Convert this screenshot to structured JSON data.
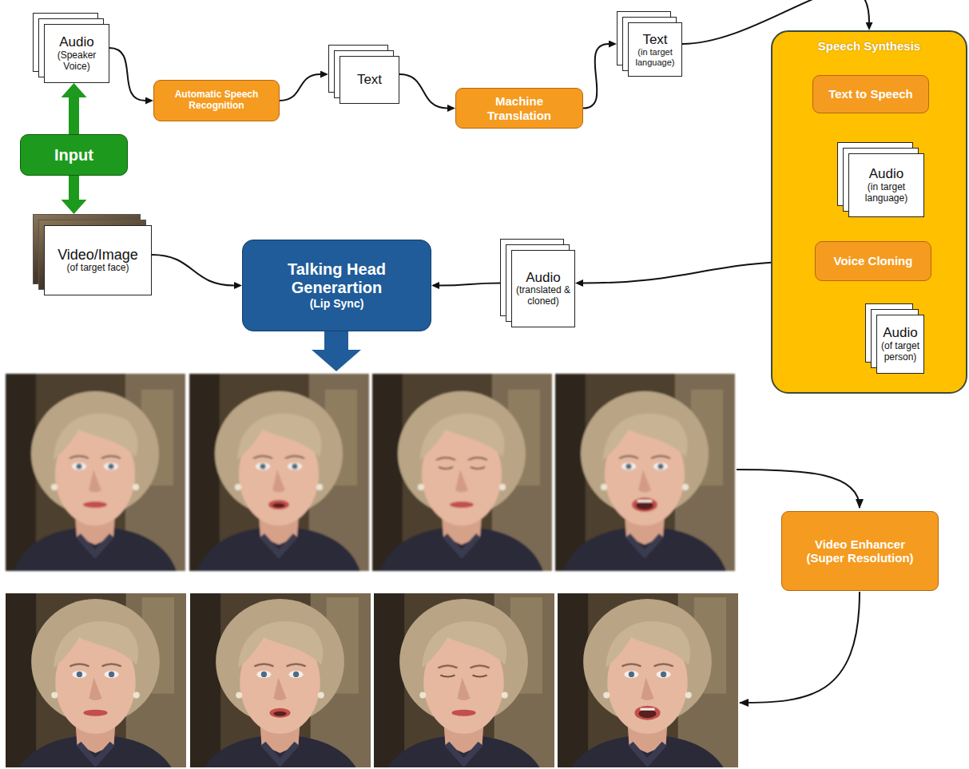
{
  "diagram": {
    "nodes": [
      {
        "text": [
          "Audio",
          "(Speaker Voice)"
        ]
      },
      {
        "text": [
          "Automatic Speech Recognition"
        ]
      },
      {
        "text": [
          "Text"
        ]
      },
      {
        "text": [
          "Machine Translation"
        ]
      },
      {
        "text": [
          "Text",
          "(in target language)"
        ]
      },
      {
        "text": [
          "Speech Synthesis"
        ]
      },
      {
        "text": [
          "Text to Speech"
        ],
        "in": 5
      },
      {
        "text": [
          "Audio",
          "(in target language)"
        ],
        "in": 5
      },
      {
        "text": [
          "Voice Cloning"
        ],
        "in": 5
      },
      {
        "text": [
          "Audio",
          "(of target person)"
        ],
        "in": 5
      },
      {
        "text": [
          "Input"
        ]
      },
      {
        "text": [
          "Video/Image",
          "(of target face)"
        ]
      },
      {
        "text": [
          "Talking Head Generartion",
          "(Lip Sync)"
        ]
      },
      {
        "text": [
          "Audio",
          "(translated & cloned)"
        ]
      },
      {
        "text": [
          "Video Enhancer",
          "(Super Resolution)"
        ]
      }
    ],
    "edges": [
      {
        "from": 10,
        "to": 0,
        "arrow": "to"
      },
      {
        "from": 10,
        "to": 11,
        "arrow": "to"
      },
      {
        "from": 0,
        "to": 1,
        "arrow": "to"
      },
      {
        "from": 1,
        "to": 2,
        "arrow": "to"
      },
      {
        "from": 2,
        "to": 3,
        "arrow": "to"
      },
      {
        "from": 3,
        "to": 4,
        "arrow": "to"
      },
      {
        "from": 4,
        "to": 5,
        "arrow": "to"
      },
      {
        "from": 6,
        "to": 7,
        "arrow": "to"
      },
      {
        "from": 7,
        "to": 8,
        "arrow": "to"
      },
      {
        "from": 9,
        "to": 8,
        "arrow": "to"
      },
      {
        "from": 8,
        "to": 13,
        "arrow": "to"
      },
      {
        "from": 13,
        "to": 12,
        "arrow": "to"
      },
      {
        "from": 11,
        "to": 12,
        "arrow": "to"
      }
    ]
  }
}
